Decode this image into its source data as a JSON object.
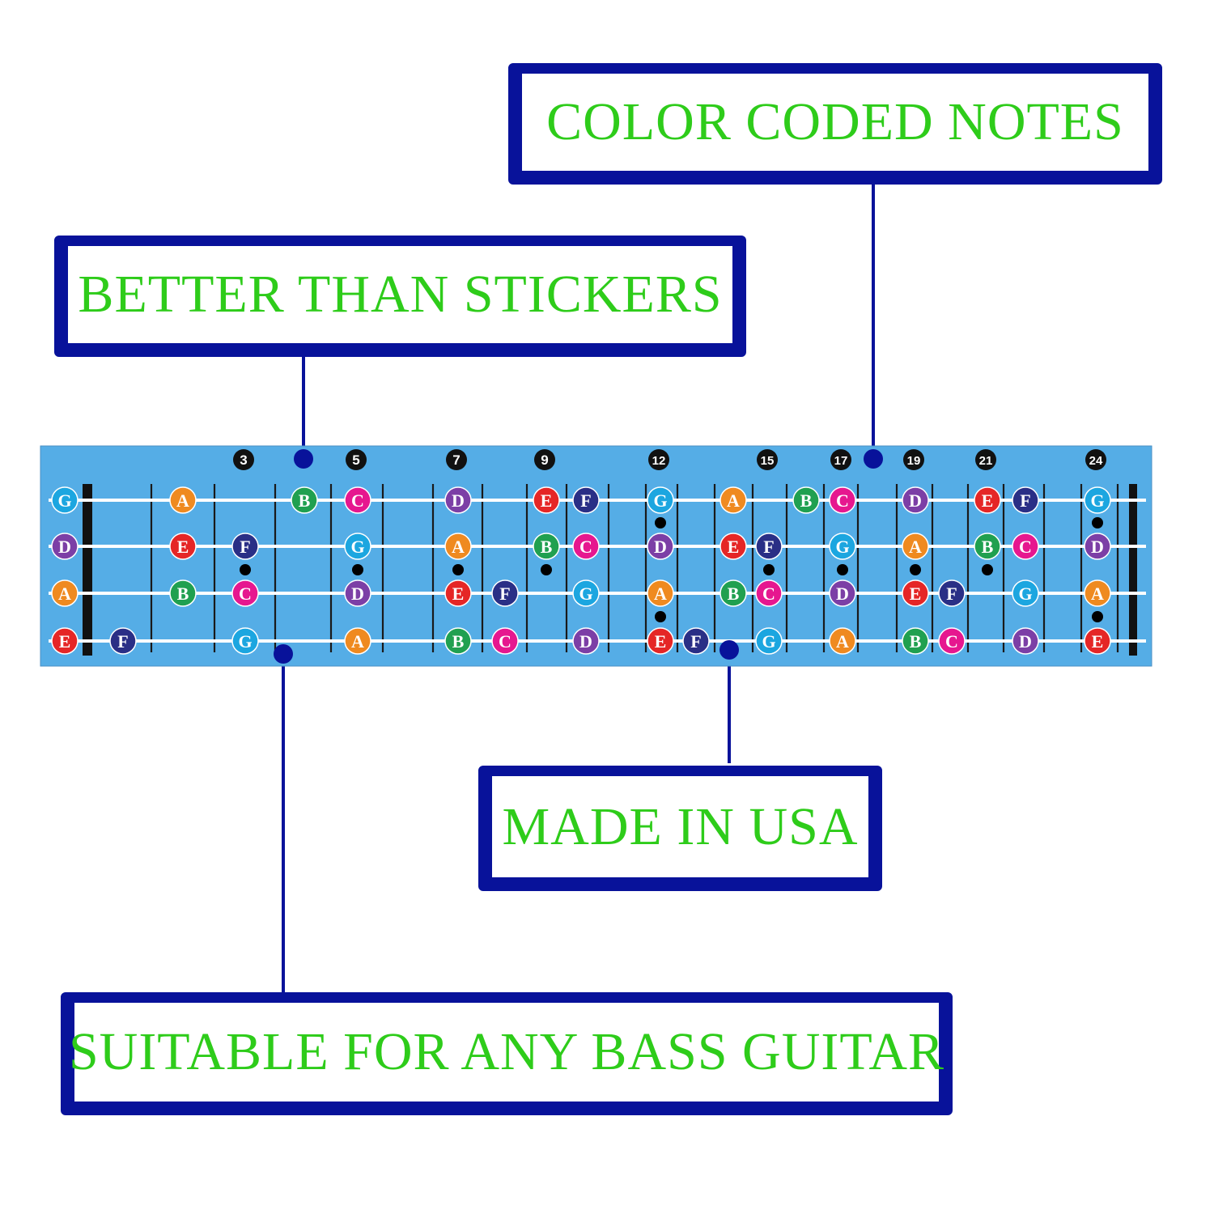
{
  "callouts": {
    "color_coded": "COLOR CODED NOTES",
    "better": "BETTER THAN STICKERS",
    "made_in_usa": "MADE IN USA",
    "suitable": "SUITABLE FOR ANY BASS GUITAR"
  },
  "colors": {
    "background": "#ffffff",
    "callout_border": "#08129a",
    "callout_text": "#2ecc1a",
    "connector": "#08129a",
    "board": "#55ade6",
    "string": "#ffffff",
    "fret": "#1a1a1a",
    "marker_dot": "#000000"
  },
  "note_colors": {
    "C": "#e6178f",
    "D": "#7c3fa6",
    "E": "#e52626",
    "F": "#2a2f86",
    "G": "#1ca6e0",
    "A": "#ef8a20",
    "B": "#20a050"
  },
  "fret_numbers": [
    "3",
    "5",
    "7",
    "9",
    "12",
    "15",
    "17",
    "19",
    "21",
    "24"
  ],
  "strings": [
    {
      "open": "G",
      "notes": [
        {
          "fret": 0,
          "note": "G"
        },
        {
          "fret": 2,
          "note": "A"
        },
        {
          "fret": 4,
          "note": "B"
        },
        {
          "fret": 5,
          "note": "C"
        },
        {
          "fret": 7,
          "note": "D"
        },
        {
          "fret": 9,
          "note": "E"
        },
        {
          "fret": 10,
          "note": "F"
        },
        {
          "fret": 12,
          "note": "G"
        },
        {
          "fret": 14,
          "note": "A"
        },
        {
          "fret": 16,
          "note": "B"
        },
        {
          "fret": 17,
          "note": "C"
        },
        {
          "fret": 19,
          "note": "D"
        },
        {
          "fret": 21,
          "note": "E"
        },
        {
          "fret": 22,
          "note": "F"
        },
        {
          "fret": 24,
          "note": "G"
        }
      ]
    },
    {
      "open": "D",
      "notes": [
        {
          "fret": 0,
          "note": "D"
        },
        {
          "fret": 2,
          "note": "E"
        },
        {
          "fret": 3,
          "note": "F"
        },
        {
          "fret": 5,
          "note": "G"
        },
        {
          "fret": 7,
          "note": "A"
        },
        {
          "fret": 9,
          "note": "B"
        },
        {
          "fret": 10,
          "note": "C"
        },
        {
          "fret": 12,
          "note": "D"
        },
        {
          "fret": 14,
          "note": "E"
        },
        {
          "fret": 15,
          "note": "F"
        },
        {
          "fret": 17,
          "note": "G"
        },
        {
          "fret": 19,
          "note": "A"
        },
        {
          "fret": 21,
          "note": "B"
        },
        {
          "fret": 22,
          "note": "C"
        },
        {
          "fret": 24,
          "note": "D"
        }
      ]
    },
    {
      "open": "A",
      "notes": [
        {
          "fret": 0,
          "note": "A"
        },
        {
          "fret": 2,
          "note": "B"
        },
        {
          "fret": 3,
          "note": "C"
        },
        {
          "fret": 5,
          "note": "D"
        },
        {
          "fret": 7,
          "note": "E"
        },
        {
          "fret": 8,
          "note": "F"
        },
        {
          "fret": 10,
          "note": "G"
        },
        {
          "fret": 12,
          "note": "A"
        },
        {
          "fret": 14,
          "note": "B"
        },
        {
          "fret": 15,
          "note": "C"
        },
        {
          "fret": 17,
          "note": "D"
        },
        {
          "fret": 19,
          "note": "E"
        },
        {
          "fret": 20,
          "note": "F"
        },
        {
          "fret": 22,
          "note": "G"
        },
        {
          "fret": 24,
          "note": "A"
        }
      ]
    },
    {
      "open": "E",
      "notes": [
        {
          "fret": 0,
          "note": "E"
        },
        {
          "fret": 1,
          "note": "F"
        },
        {
          "fret": 3,
          "note": "G"
        },
        {
          "fret": 5,
          "note": "A"
        },
        {
          "fret": 7,
          "note": "B"
        },
        {
          "fret": 8,
          "note": "C"
        },
        {
          "fret": 10,
          "note": "D"
        },
        {
          "fret": 12,
          "note": "E"
        },
        {
          "fret": 13,
          "note": "F"
        },
        {
          "fret": 15,
          "note": "G"
        },
        {
          "fret": 17,
          "note": "A"
        },
        {
          "fret": 19,
          "note": "B"
        },
        {
          "fret": 20,
          "note": "C"
        },
        {
          "fret": 22,
          "note": "D"
        },
        {
          "fret": 24,
          "note": "E"
        }
      ]
    }
  ],
  "inlay_single_frets": [
    3,
    5,
    7,
    9,
    15,
    17,
    19,
    21
  ],
  "inlay_double_frets": [
    12,
    24
  ]
}
